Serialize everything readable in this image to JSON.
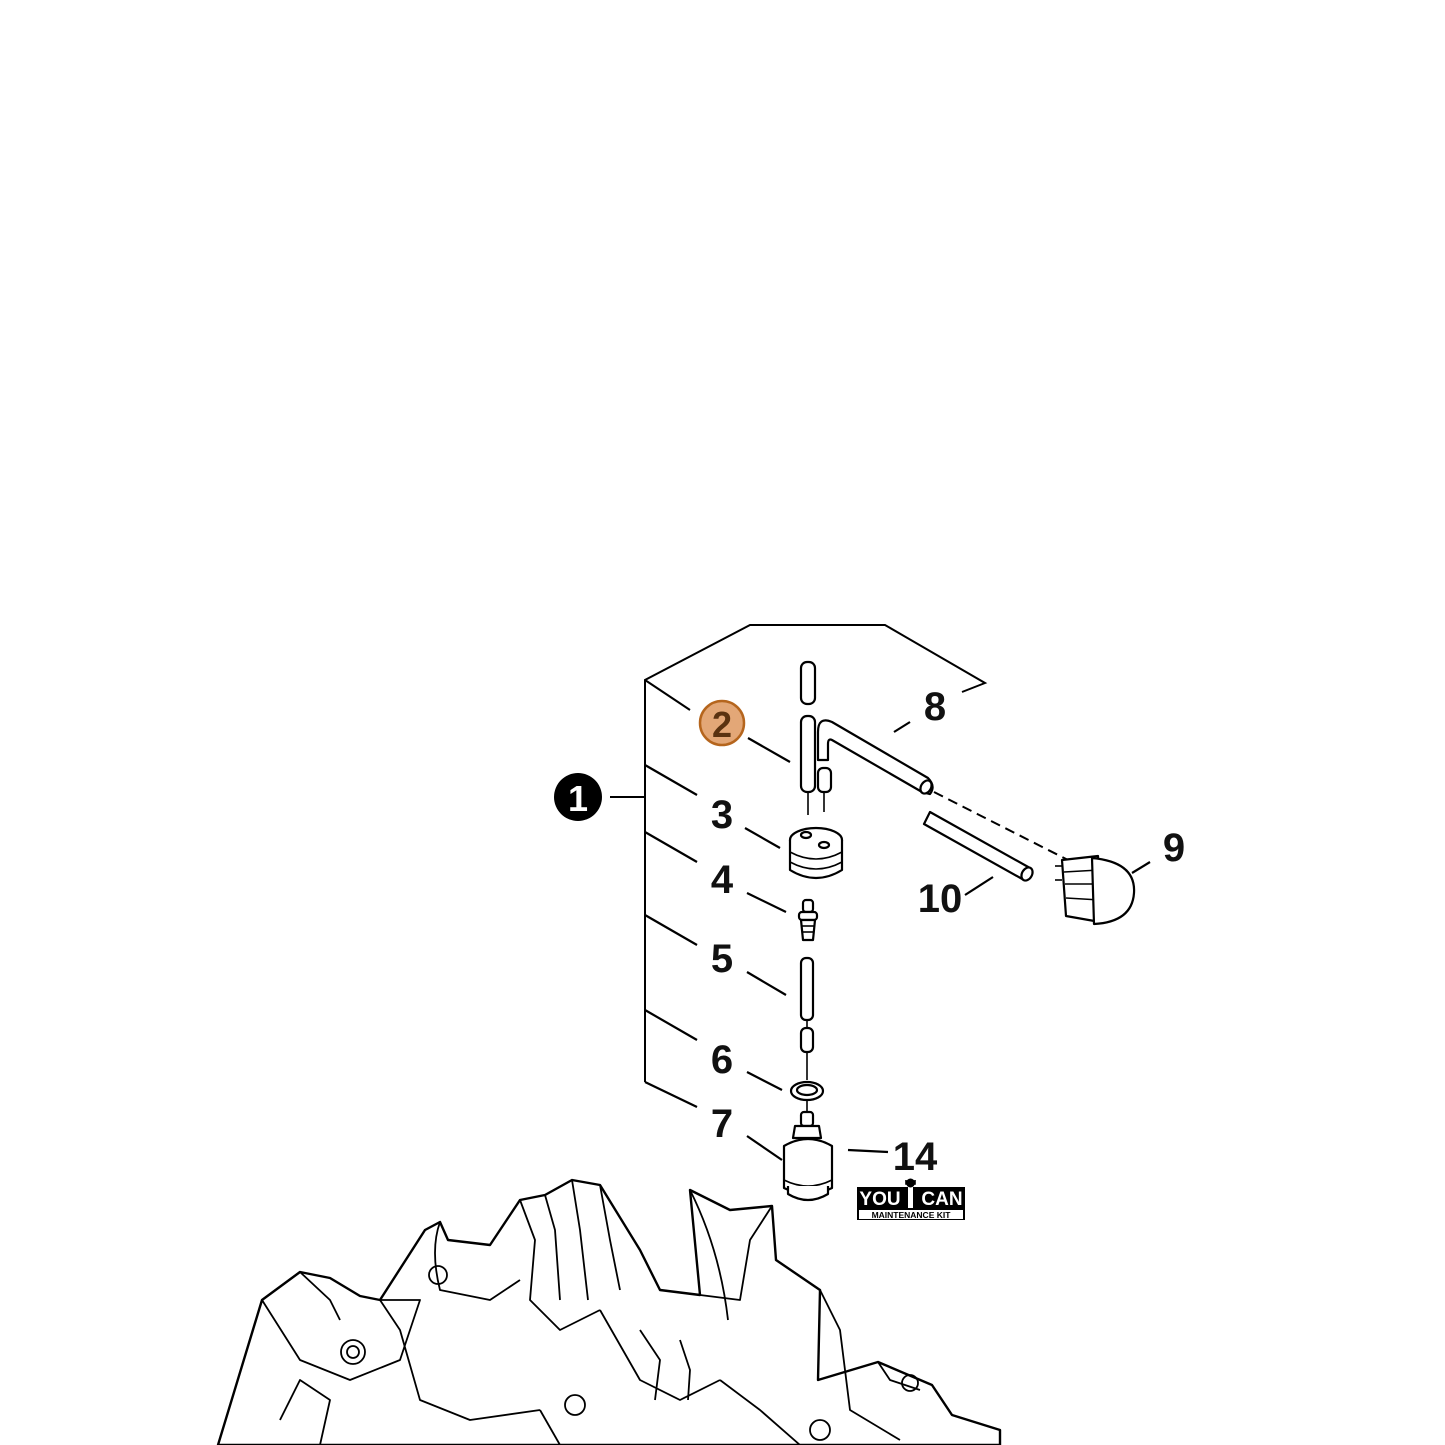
{
  "callouts": {
    "c1": "1",
    "c2": "2",
    "c3": "3",
    "c4": "4",
    "c5": "5",
    "c6": "6",
    "c7": "7",
    "c8": "8",
    "c9": "9",
    "c10": "10",
    "c14": "14"
  },
  "highlight_color": "#e3a777",
  "logo": {
    "word_left": "YOU",
    "word_right": "CAN",
    "subtitle": "MAINTENANCE KIT"
  }
}
